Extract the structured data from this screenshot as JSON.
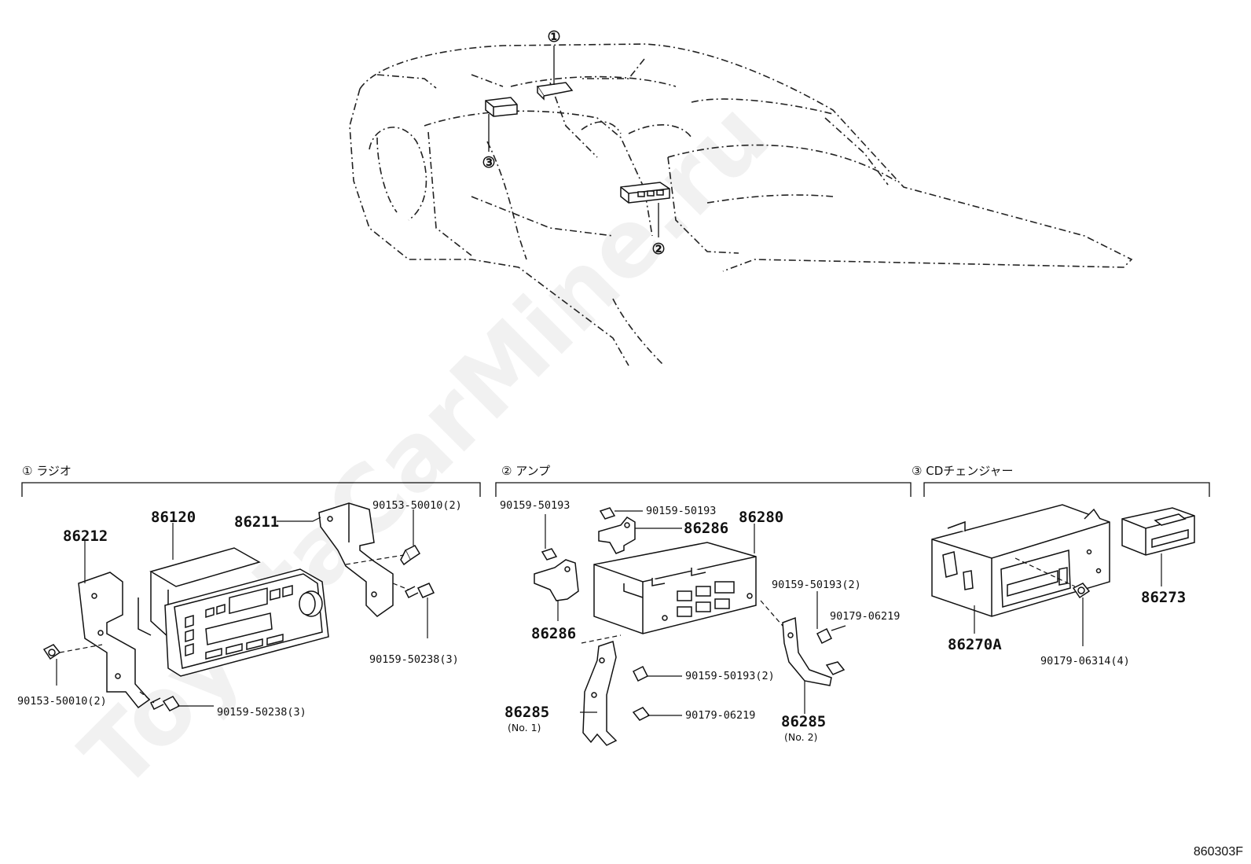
{
  "watermark": "ToyotaCarMine.ru",
  "figure_code": "860303F",
  "overview_markers": [
    "①",
    "②",
    "③"
  ],
  "sections": {
    "radio": {
      "title": "① ラジオ",
      "parts": {
        "bracket_l": "86212",
        "radio": "86120",
        "bracket_r": "86211",
        "screw_tr": "90153-50010(2)",
        "bolt_r": "90159-50238(3)",
        "screw_l": "90153-50010(2)",
        "bolt_l": "90159-50238(3)"
      }
    },
    "amp": {
      "title": "② アンプ",
      "parts": {
        "bolt_a": "90159-50193",
        "bolt_b": "90159-50193",
        "bracket_top": "86286",
        "amp": "86280",
        "bolt_c": "90159-50193(2)",
        "bracket_left": "86286",
        "nut_a": "90179-06219",
        "bolt_d": "90159-50193(2)",
        "nut_b": "90179-06219",
        "stay_1": "86285",
        "stay_1_note": "(No. 1)",
        "stay_2": "86285",
        "stay_2_note": "(No. 2)"
      }
    },
    "cd": {
      "title": "③ CDチェンジャー",
      "parts": {
        "magazine": "86273",
        "changer": "86270A",
        "nut": "90179-06314(4)"
      }
    }
  }
}
